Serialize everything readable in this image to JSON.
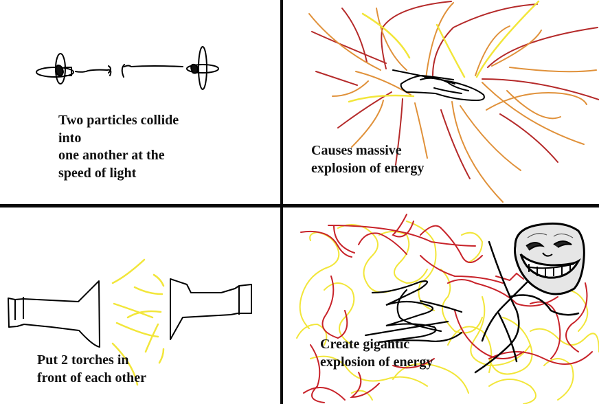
{
  "comic": {
    "layout": "2x2 grid",
    "border_color": "#0a0a0a",
    "palette": {
      "ink": "#000000",
      "yellow": "#f2e63a",
      "orange": "#e0913a",
      "dark_red": "#b52a2a",
      "red": "#c8232a"
    },
    "panels": [
      {
        "id": "panel-1",
        "caption": "Two particles collide\ninto\none another at the\nspeed of light",
        "drawing": [
          "particle-left",
          "arrow-right",
          "arrow-left",
          "particle-right"
        ]
      },
      {
        "id": "panel-2",
        "caption": "Causes massive\nexplosion of energy",
        "drawing": [
          "explosion-rays",
          "collision-scribble"
        ]
      },
      {
        "id": "panel-3",
        "caption": "Put 2 torches in\nfront of each other",
        "drawing": [
          "torch-left",
          "light-beams",
          "torch-right"
        ]
      },
      {
        "id": "panel-4",
        "caption": "Create gigantic\nexplosion of energy",
        "drawing": [
          "chaos-scribbles",
          "collision-scribble",
          "stick-figure",
          "troll-face"
        ]
      }
    ]
  }
}
